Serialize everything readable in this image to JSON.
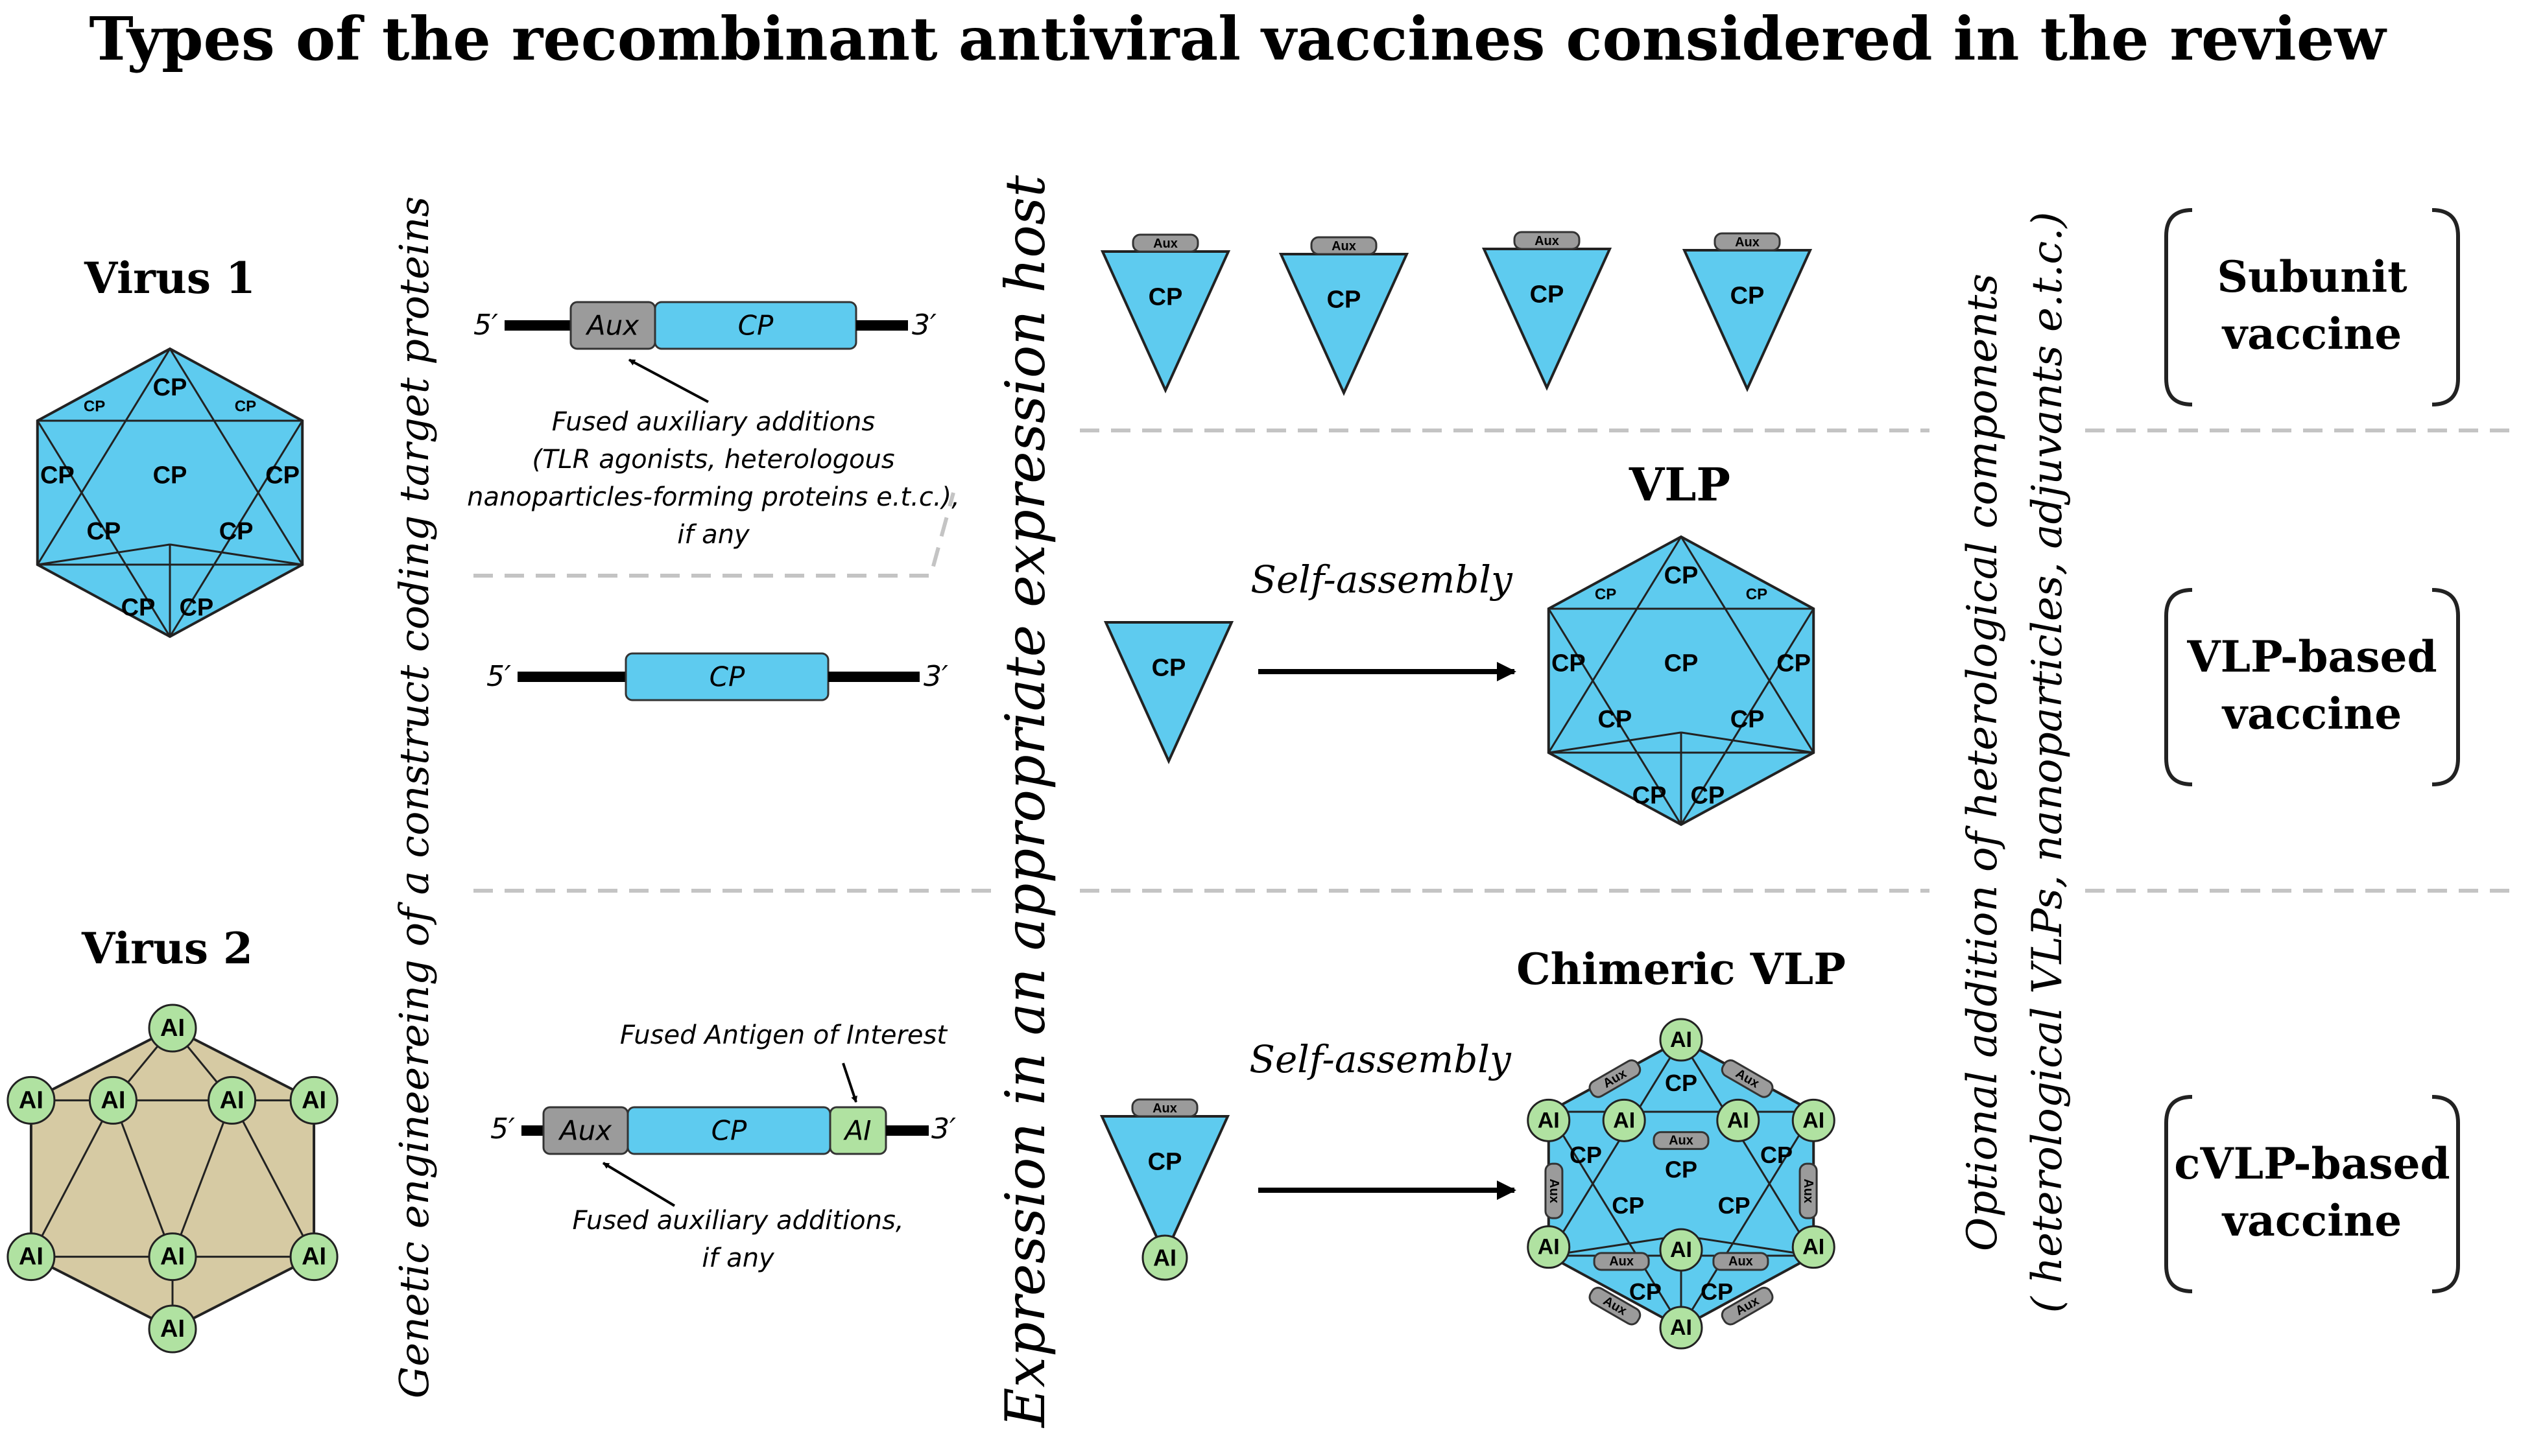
{
  "title": "Types of the recombinant antiviral vaccines considered in the review",
  "labels": {
    "cp": "CP",
    "aux": "Aux",
    "ai": "AI",
    "five_prime": "5′",
    "three_prime": "3′",
    "self_assembly": "Self-assembly"
  },
  "left": {
    "virus1": "Virus 1",
    "virus2": "Virus 2"
  },
  "columns": {
    "genetic_engineering": "Genetic engineereing of a construct coding target proteins",
    "expression": "Expression in an appropriate expression host",
    "optional_line1": "Optional addition of heterological components",
    "optional_line2": "( heterological VLPs, nanoparticles, adjuvants e.t.c.)"
  },
  "constructs": {
    "fused_aux_note": [
      "Fused auxiliary additions",
      "(TLR agonists, heterologous",
      "nanoparticles-forming proteins e.t.c.),",
      "if any"
    ],
    "fused_antigen_note": "Fused Antigen of Interest",
    "fused_aux_short": [
      "Fused auxiliary additions,",
      "if any"
    ]
  },
  "products": {
    "vlp": "VLP",
    "chimeric_vlp": "Chimeric VLP"
  },
  "vaccines": [
    {
      "line1": "Subunit",
      "line2": "vaccine"
    },
    {
      "line1": "VLP-based",
      "line2": "vaccine"
    },
    {
      "line1": "cVLP-based",
      "line2": "vaccine"
    }
  ],
  "colors": {
    "protein_blue": "#5ecbef",
    "aux_gray": "#9b9b9b",
    "antigen_green": "#b0e2a1",
    "virus2_fill": "#d6caa3",
    "separator": "#c4c4c4"
  }
}
